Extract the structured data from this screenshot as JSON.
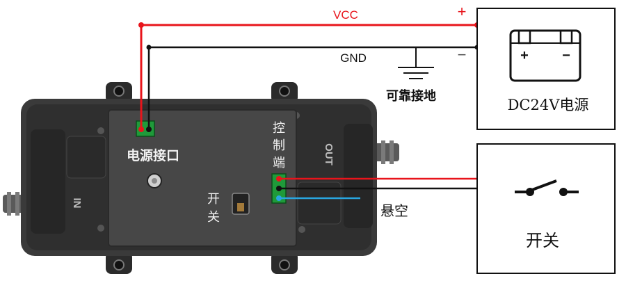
{
  "wires": {
    "vcc_label": "VCC",
    "gnd_label": "GND",
    "plus_sign": "+",
    "minus_sign": "−"
  },
  "ground": {
    "label": "可靠接地"
  },
  "power_supply": {
    "label": "DC24V电源",
    "terminal_plus": "+",
    "terminal_minus": "−"
  },
  "switch_box": {
    "label": "开关"
  },
  "device": {
    "power_port_label": "电源接口",
    "control_label_line1": "控",
    "control_label_line2": "制",
    "control_label_line3": "端",
    "switch_label_line1": "开",
    "switch_label_line2": "关",
    "out_label": "OUT",
    "in_label": "IN"
  },
  "floating_label": "悬空",
  "colors": {
    "vcc_wire": "#e8141b",
    "gnd_wire": "#111111",
    "float_wire": "#29a6e0",
    "terminal_green": "#1f9a3a",
    "device_body": "#3a3a3a"
  }
}
